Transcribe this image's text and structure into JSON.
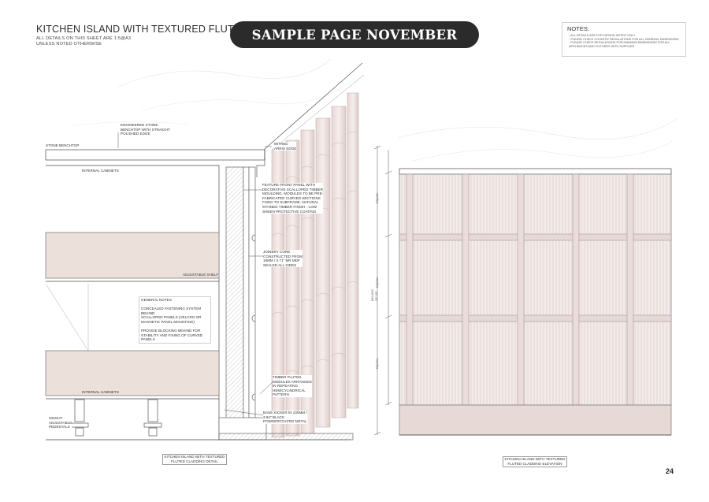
{
  "header": {
    "title": "KITCHEN ISLAND WITH TEXTURED FLUTED CLAD",
    "scale_note": "ALL DETAILS ON THIS SHEET ARE 1:5@A3",
    "unless_note": "UNLESS NOTED OTHERWISE"
  },
  "banner": {
    "text": "SAMPLE PAGE NOVEMBER",
    "bg": "#2b2b2b",
    "fg": "#ffffff"
  },
  "notes": {
    "heading": "NOTES:",
    "lines": [
      "- ALL DETAILS ARE FOR DESIGN INTENT ONLY",
      "- PLEASE CHECK COUNTRY REGULATIONS FOR ALL GENERAL DIMENSIONS",
      "- PLEASE CHECK REGULATIONS FOR MINIMUM DIMENSIONS FOR ALL",
      "  APPLIANCES AND FIXTURES WITH SUPPLIER"
    ]
  },
  "detail_labels": {
    "stone_benchtop": "STONE BENCHTOP",
    "engineered_stone": [
      "ENGINEERED STONE",
      "BENCHTOP WITH STRAIGHT",
      "POLISHED EDGE"
    ],
    "mitred": [
      "MITRED",
      "ARRIS EDGE"
    ],
    "internal_cabinets_top": "INTERNAL CABINETS",
    "feature_panel": [
      "FEATURE FRONT PANEL WITH",
      "DECORATIVE SCALLOPED TIMBER",
      "MOULDING. MODULES TO BE PRE-",
      "FABRICATED CURVED SECTIONS",
      "FIXED TO SUBFRAME. NATURAL",
      "STAINED TIMBER FINISH - LOW",
      "SHEEN PROTECTIVE COATING"
    ],
    "adjustable_shelf": "ADJUSTABLE SHELF",
    "joinery_core": [
      "JOINERY CORE",
      "CONSTRUCTED FROM",
      "18MM / 0.71\" MR MDF",
      "SEALED ALL SIDES"
    ],
    "general_notes": [
      "GENERAL NOTES",
      "",
      "CONCEALED FASTENING SYSTEM BEHIND",
      "SCALLOPED PANELS (VELCRO OR",
      "MAGNETIC PANEL MOUNTING)",
      "",
      "PROVIDE BLOCKING BEHIND FOR",
      "STABILITY AND FIXING OF CURVED PANELS"
    ],
    "timber_fluted": [
      "TIMBER FLUTED",
      "MODULES ARRANGED",
      "IN REPEATING",
      "HEMICYLINDRICAL",
      "PATTERN"
    ],
    "internal_cabinets_bottom": "INTERNAL CABINETS",
    "height_pedestals": [
      "HEIGHT",
      "ADJUSTABLE",
      "PEDESTALS"
    ],
    "base_kicker": [
      "BASE KICKER IN 100MM /",
      "3.94\" BLACK",
      "POWDERCOATED METAL"
    ]
  },
  "elevation_dims": {
    "equal": "EQUAL",
    "overall": [
      "850-900",
      "33\"-35\""
    ]
  },
  "captions": {
    "detail": [
      "KITCHEN ISLAND WITH TEXTURED",
      "FLUTED CLADDING DETAIL"
    ],
    "elevation": [
      "KITCHEN ISLAND WITH TEXTURED",
      "FLUTED CLADDING ELEVATION"
    ]
  },
  "page_number": "24",
  "colors": {
    "panel_pink": "#efe4e2",
    "fill_tan": "#ece0da",
    "line": "#4a4a4a"
  }
}
